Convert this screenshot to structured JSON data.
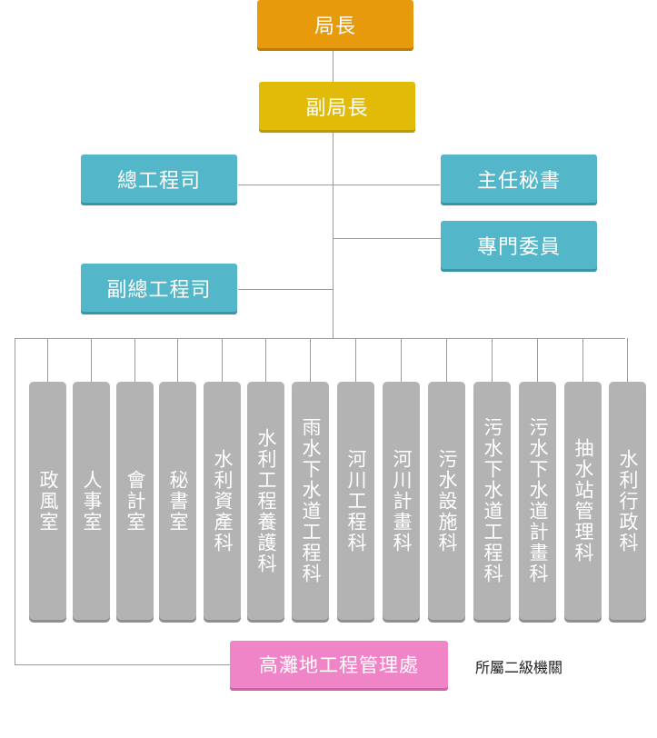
{
  "chart": {
    "top": {
      "director": "局長",
      "deputy_director": "副局長"
    },
    "left": {
      "chief_engineer": "總工程司",
      "deputy_chief_engineer": "副總工程司"
    },
    "right": {
      "chief_secretary": "主任秘書",
      "specialist": "專門委員"
    },
    "units": [
      "政風室",
      "人事室",
      "會計室",
      "秘書室",
      "水利資產科",
      "水利工程養護科",
      "雨水下水道工程科",
      "河川工程科",
      "河川計畫科",
      "污水設施科",
      "污水下水道工程科",
      "污水下水道計畫科",
      "抽水站管理科",
      "水利行政科"
    ],
    "subordinate": {
      "office": "高灘地工程管理處",
      "caption": "所屬二級機關"
    }
  },
  "colors": {
    "director": "#e79b0c",
    "deputy": "#e1bb08",
    "staff": "#53b7c9",
    "unit": "#b3b3b3",
    "subordinate": "#ef85c6",
    "connector": "#9a9a9a"
  }
}
